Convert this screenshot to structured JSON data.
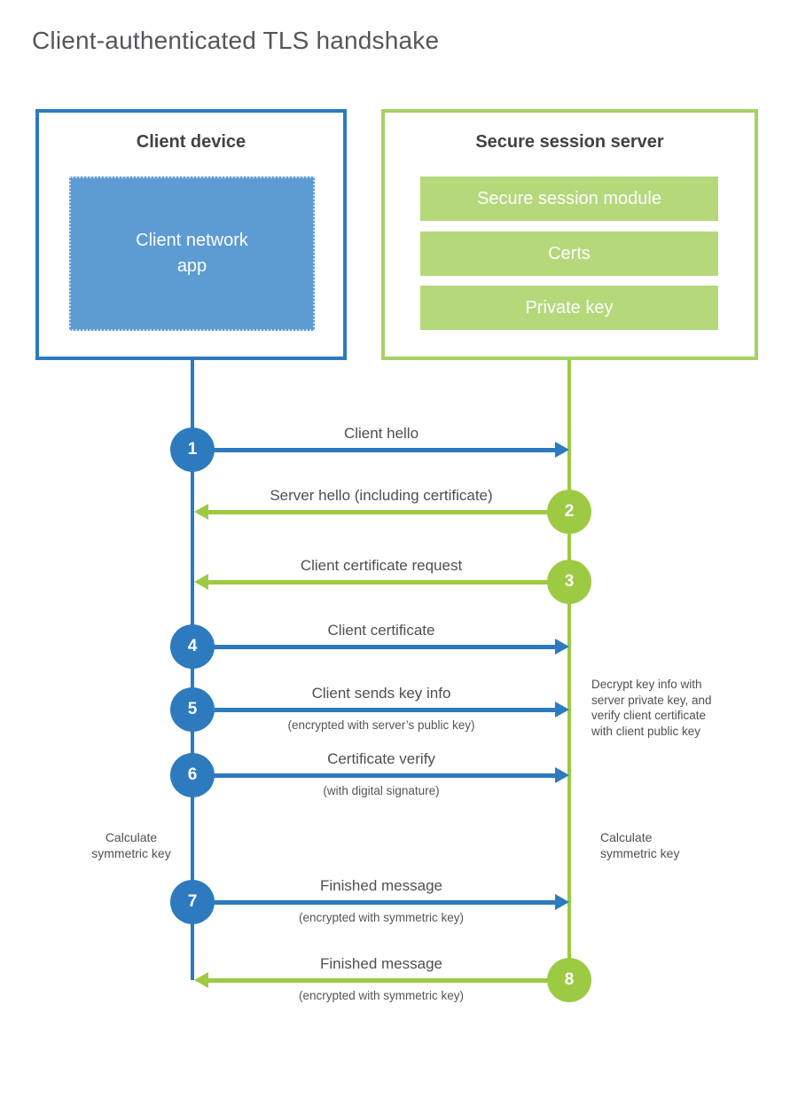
{
  "title": "Client-authenticated TLS handshake",
  "colors": {
    "blue": "#2d7abf",
    "blue_fill": "#5d9bd3",
    "green": "#9dca43",
    "green_border": "#a6d164",
    "green_fill": "#b5d87b",
    "heading_text": "#414247",
    "label_text": "#4e4f52"
  },
  "client_box": {
    "title": "Client device",
    "app_label": "Client network\napp"
  },
  "server_box": {
    "title": "Secure session server",
    "modules": [
      "Secure session module",
      "Certs",
      "Private key"
    ]
  },
  "steps": [
    {
      "num": "1",
      "label": "Client hello",
      "sub": "",
      "from": "client",
      "to": "server"
    },
    {
      "num": "2",
      "label": "Server hello (including certificate)",
      "sub": "",
      "from": "server",
      "to": "client"
    },
    {
      "num": "3",
      "label": "Client certificate request",
      "sub": "",
      "from": "server",
      "to": "client"
    },
    {
      "num": "4",
      "label": "Client certificate",
      "sub": "",
      "from": "client",
      "to": "server"
    },
    {
      "num": "5",
      "label": "Client sends key info",
      "sub": "(encrypted with server’s public key)",
      "from": "client",
      "to": "server"
    },
    {
      "num": "6",
      "label": "Certificate verify",
      "sub": "(with digital signature)",
      "from": "client",
      "to": "server"
    },
    {
      "num": "7",
      "label": "Finished message",
      "sub": "(encrypted with symmetric key)",
      "from": "client",
      "to": "server"
    },
    {
      "num": "8",
      "label": "Finished message",
      "sub": "(encrypted with symmetric key)",
      "from": "server",
      "to": "client"
    }
  ],
  "notes": {
    "decrypt": "Decrypt key info with\nserver private key, and\nverify client certificate\nwith client public key",
    "calc_left": "Calculate\nsymmetric key",
    "calc_right": "Calculate\nsymmetric key"
  }
}
